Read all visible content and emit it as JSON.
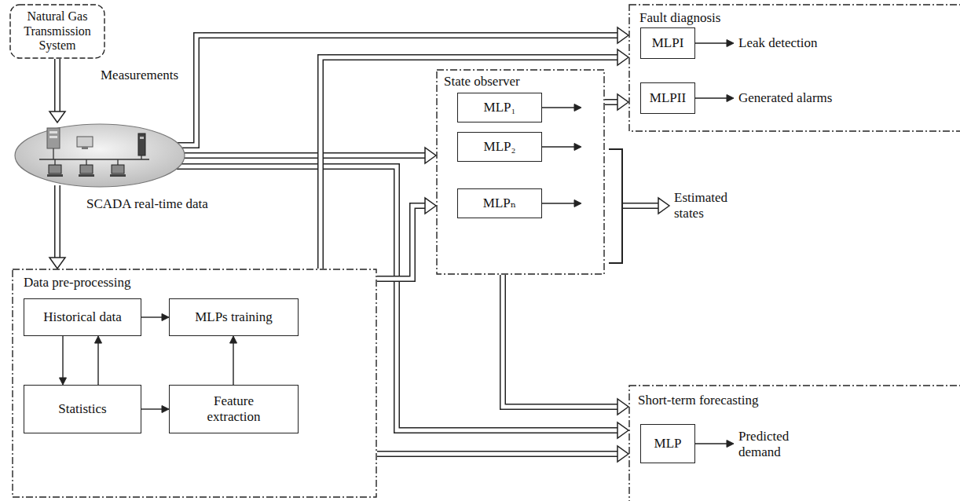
{
  "diagram": {
    "nodes": [
      {
        "text": [
          "Natural Gas Transmission System"
        ]
      },
      {
        "text": [
          "Fault diagnosis"
        ]
      },
      {
        "text": [
          "MLPI"
        ],
        "in": 1
      },
      {
        "text": [
          "MLPII"
        ],
        "in": 1
      },
      {
        "text": [
          "State observer"
        ]
      },
      {
        "text": [
          "MLP₁"
        ],
        "in": 4
      },
      {
        "text": [
          "MLP₂"
        ],
        "in": 4
      },
      {
        "text": [
          "MLPₙ"
        ],
        "in": 4
      },
      {
        "text": [
          "Data pre-processing"
        ]
      },
      {
        "text": [
          "Historical data"
        ],
        "in": 8
      },
      {
        "text": [
          "MLPs training"
        ],
        "in": 8
      },
      {
        "text": [
          "Statistics"
        ],
        "in": 8
      },
      {
        "text": [
          "Feature extraction"
        ],
        "in": 8
      },
      {
        "text": [
          "Short-term forecasting"
        ]
      },
      {
        "text": [
          "MLP"
        ],
        "in": 13
      }
    ],
    "edges": [
      {
        "from": 8,
        "to": 1,
        "arrow": "to"
      },
      {
        "from": 4,
        "to": 1,
        "arrow": "to"
      },
      {
        "from": 8,
        "to": 4,
        "arrow": "to"
      },
      {
        "from": 4,
        "to": 13,
        "arrow": "to"
      },
      {
        "from": 8,
        "to": 13,
        "arrow": "to"
      },
      {
        "from": 9,
        "to": 10,
        "arrow": "to"
      },
      {
        "from": 9,
        "to": 11,
        "arrow": "to"
      },
      {
        "from": 11,
        "to": 9,
        "arrow": "to"
      },
      {
        "from": 11,
        "to": 12,
        "arrow": "to"
      },
      {
        "from": 12,
        "to": 10,
        "arrow": "to"
      }
    ],
    "labels": [
      "Measurements",
      "SCADA real-time data",
      "Leak detection",
      "Generated alarms",
      "Estimated states",
      "Predicted demand"
    ]
  }
}
